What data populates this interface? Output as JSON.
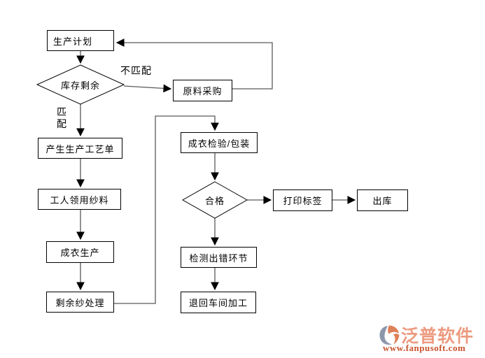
{
  "flowchart": {
    "title_hint": "garment-production-process-flowchart",
    "nodes": {
      "production_plan": "生产计划",
      "inventory_check": "库存剩余",
      "raw_material_purchase": "原料采购",
      "create_process_order": "产生生产工艺单",
      "worker_collect_yarn": "工人领用纱料",
      "garment_production": "成衣生产",
      "surplus_yarn_handling": "剩余纱处理",
      "garment_inspection_packaging": "成衣检验/包装",
      "qualified_check": "合格",
      "print_label": "打印标签",
      "stock_out": "出库",
      "detect_error_step": "检测出错环节",
      "return_to_workshop": "退回车间加工"
    },
    "edge_labels": {
      "no_match": "不匹配",
      "match": "匹配"
    },
    "line_color": "#595959",
    "arrow_color": "#000000",
    "shape_border_color": "#000000",
    "shape_fill_color": "#ffffff"
  },
  "watermark": {
    "brand": "泛普软件",
    "url": "www.fanpusoft.com",
    "brand_color": "#EC9B80",
    "url_color": "#C8522D",
    "mark_gray_color": "#8D97AB",
    "mark_orange_color": "#DE8159"
  }
}
